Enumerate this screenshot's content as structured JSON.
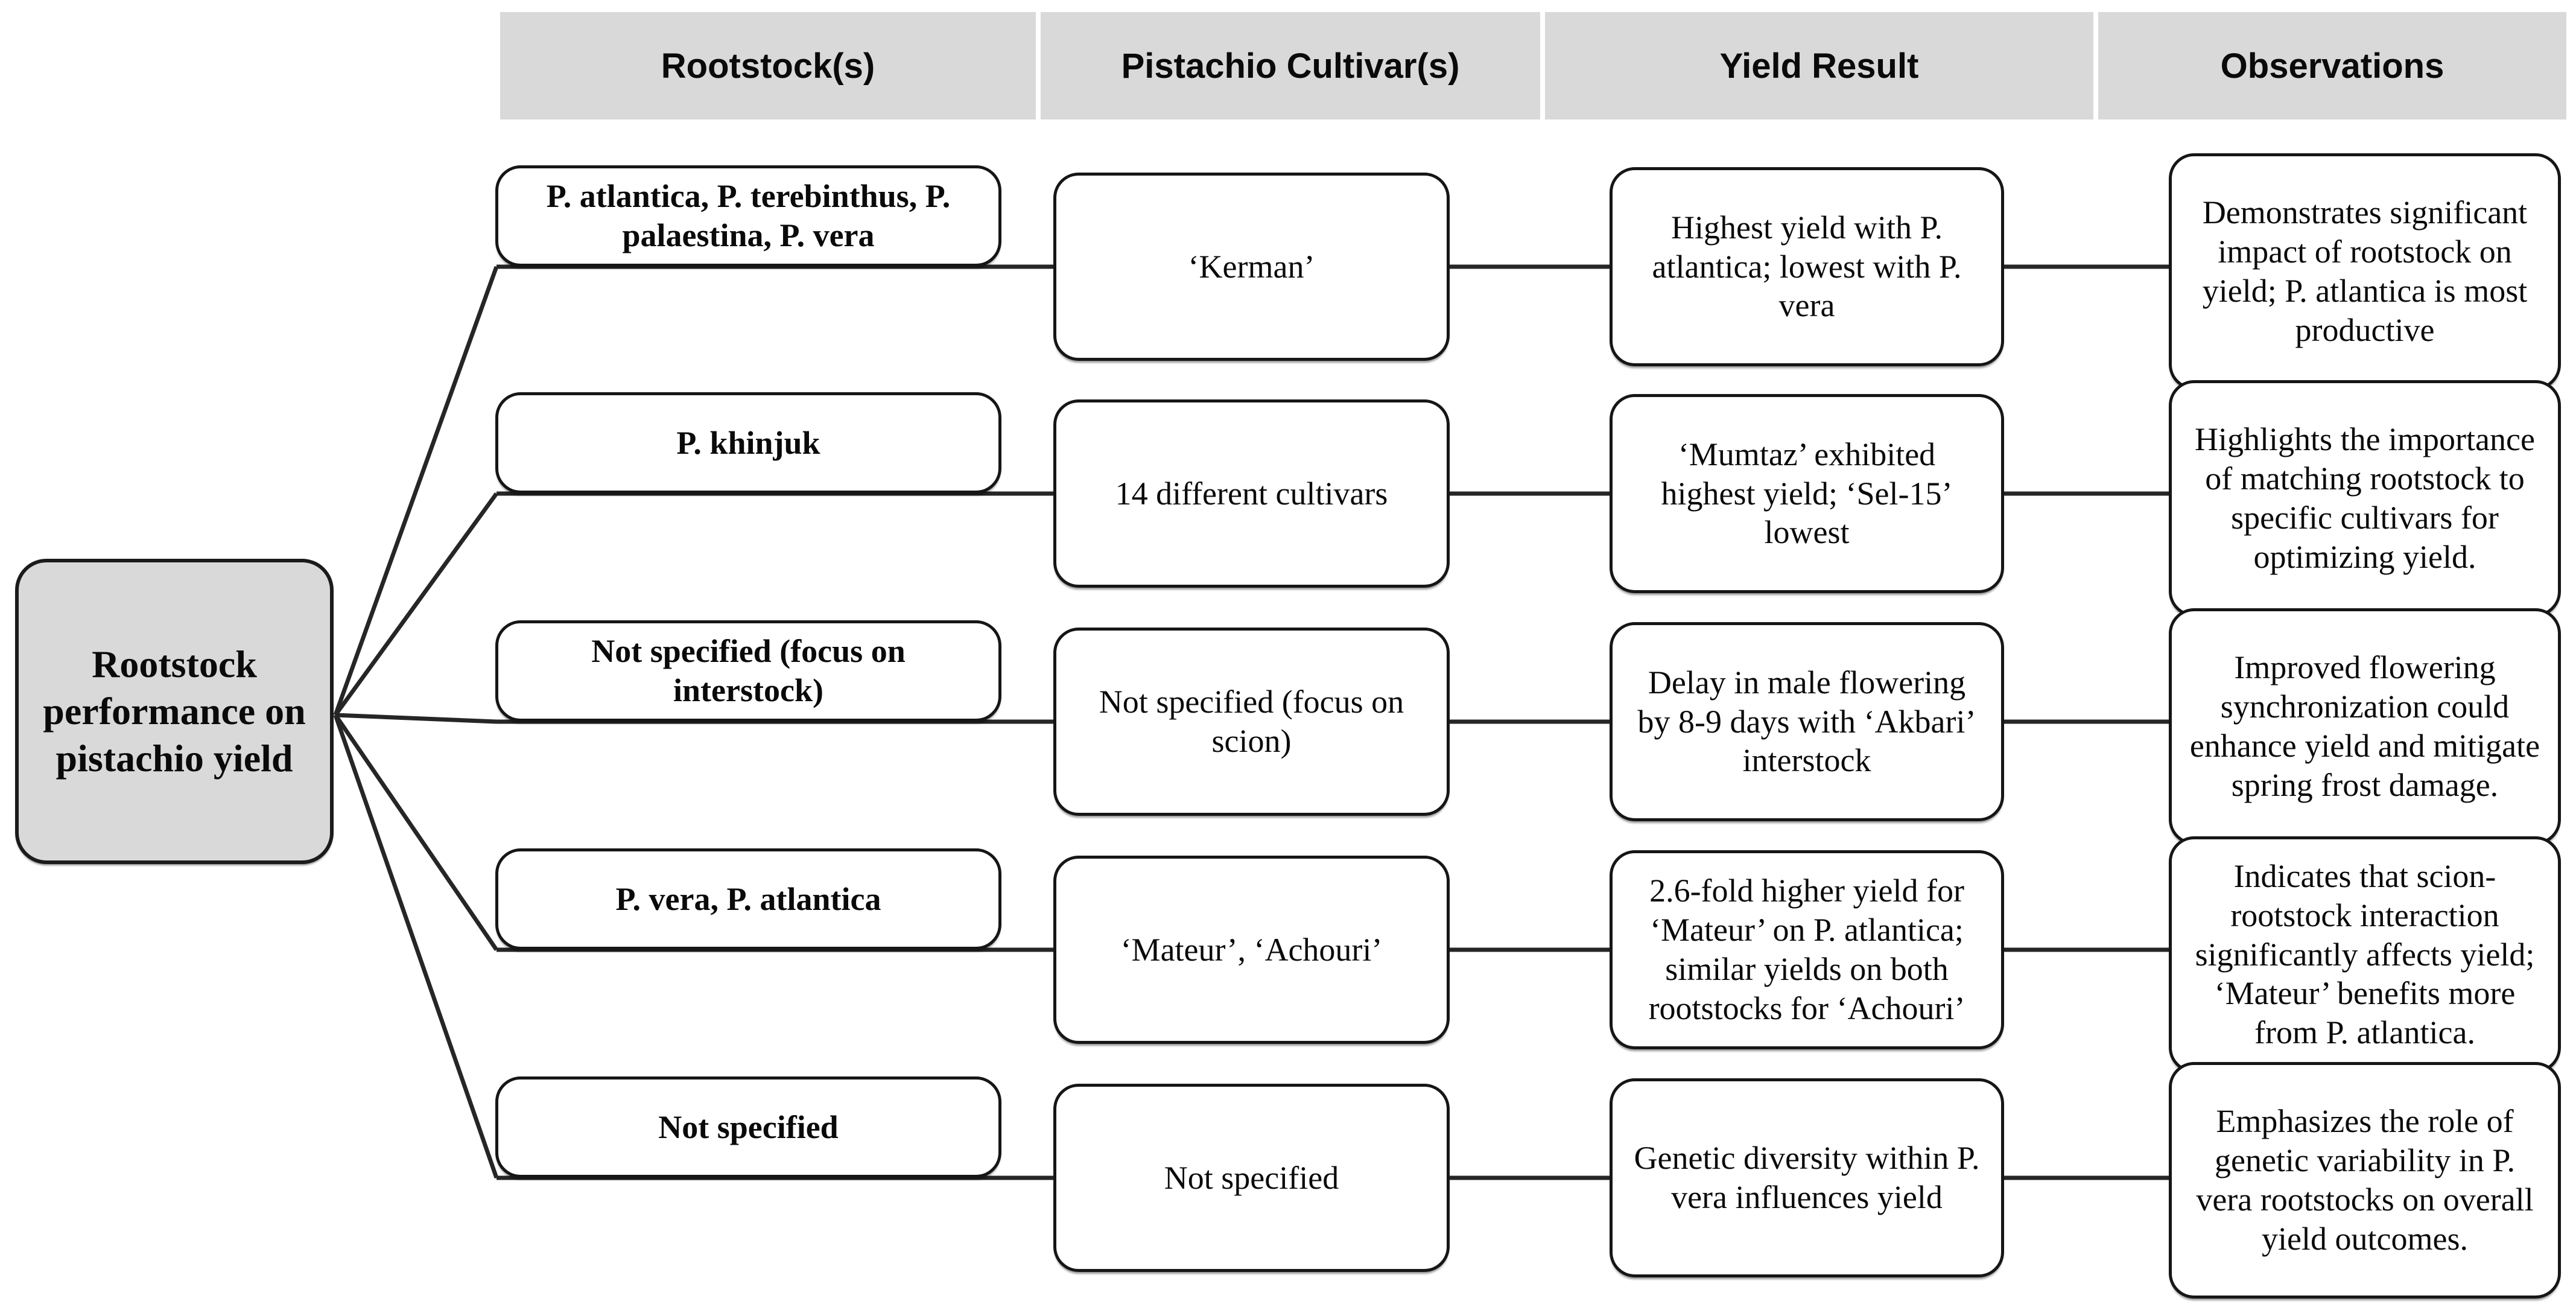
{
  "figure_type": "rootstock-yield-summary-diagram",
  "root_node": {
    "label": "Rootstock performance on pistachio yield"
  },
  "columns": [
    {
      "label": "Rootstock(s)"
    },
    {
      "label": "Pistachio Cultivar(s)"
    },
    {
      "label": "Yield Result"
    },
    {
      "label": "Observations"
    }
  ],
  "rows": [
    {
      "rootstock": "P. atlantica, P. terebinthus, P. palaestina, P. vera",
      "cultivar": "‘Kerman’",
      "yield_result": "Highest yield with P. atlantica; lowest with P. vera",
      "observations": "Demonstrates significant impact of rootstock on yield; P. atlantica is most productive"
    },
    {
      "rootstock": "P. khinjuk",
      "cultivar": "14 different cultivars",
      "yield_result": "‘Mumtaz’ exhibited highest yield; ‘Sel-15’ lowest",
      "observations": "Highlights the importance of matching rootstock to specific cultivars for optimizing yield."
    },
    {
      "rootstock": "Not specified (focus on interstock)",
      "cultivar": "Not specified (focus on scion)",
      "yield_result": "Delay in male flowering by 8-9 days with ‘Akbari’ interstock",
      "observations": "Improved flowering synchronization could enhance yield and mitigate spring frost damage."
    },
    {
      "rootstock": "P. vera, P. atlantica",
      "cultivar": "‘Mateur’, ‘Achouri’",
      "yield_result": "2.6-fold higher yield for ‘Mateur’ on P. atlantica; similar yields on both rootstocks for ‘Achouri’",
      "observations": "Indicates that scion-rootstock interaction significantly affects yield; ‘Mateur’ benefits more from P. atlantica."
    },
    {
      "rootstock": "Not specified",
      "cultivar": "Not specified",
      "yield_result": "Genetic diversity within P. vera influences yield",
      "observations": "Emphasizes the role of genetic variability in P. vera rootstocks on overall yield outcomes."
    }
  ],
  "colors": {
    "header_bg": "#d9d9d9",
    "root_node_bg": "#d9d9d9",
    "node_bg": "#ffffff",
    "border": "#161616",
    "connector": "#262626",
    "text": "#0a0a0a"
  }
}
